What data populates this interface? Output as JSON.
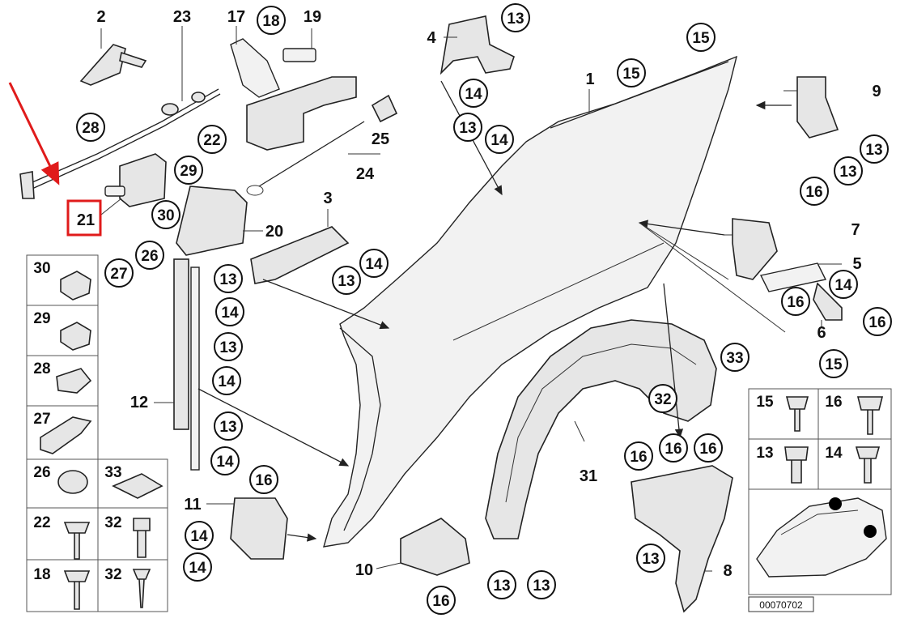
{
  "diagram": {
    "reference_number": "00070702",
    "highlight_color": "#e01b1b",
    "circled_labels": [
      "18",
      "15",
      "15",
      "14",
      "14",
      "13",
      "13",
      "14",
      "28",
      "22",
      "29",
      "30",
      "26",
      "27",
      "13",
      "14",
      "13",
      "14",
      "13",
      "14",
      "13",
      "16",
      "14",
      "14",
      "13",
      "13",
      "16",
      "14",
      "16",
      "16",
      "15",
      "33",
      "32",
      "16",
      "16",
      "16",
      "13"
    ],
    "plain_labels": [
      "2",
      "23",
      "17",
      "19",
      "4",
      "1",
      "9",
      "25",
      "24",
      "21",
      "20",
      "3",
      "7",
      "5",
      "6",
      "12",
      "31",
      "11",
      "10",
      "8"
    ],
    "legend": [
      {
        "label": "30"
      },
      {
        "label": "29"
      },
      {
        "label": "28"
      },
      {
        "label": "27"
      },
      {
        "label": "26"
      },
      {
        "label": "33"
      },
      {
        "label": "22"
      },
      {
        "label": "32"
      },
      {
        "label": "18"
      },
      {
        "label": "32"
      }
    ],
    "fastener_legend": [
      {
        "label": "15"
      },
      {
        "label": "16"
      },
      {
        "label": "13"
      },
      {
        "label": "14"
      }
    ]
  }
}
